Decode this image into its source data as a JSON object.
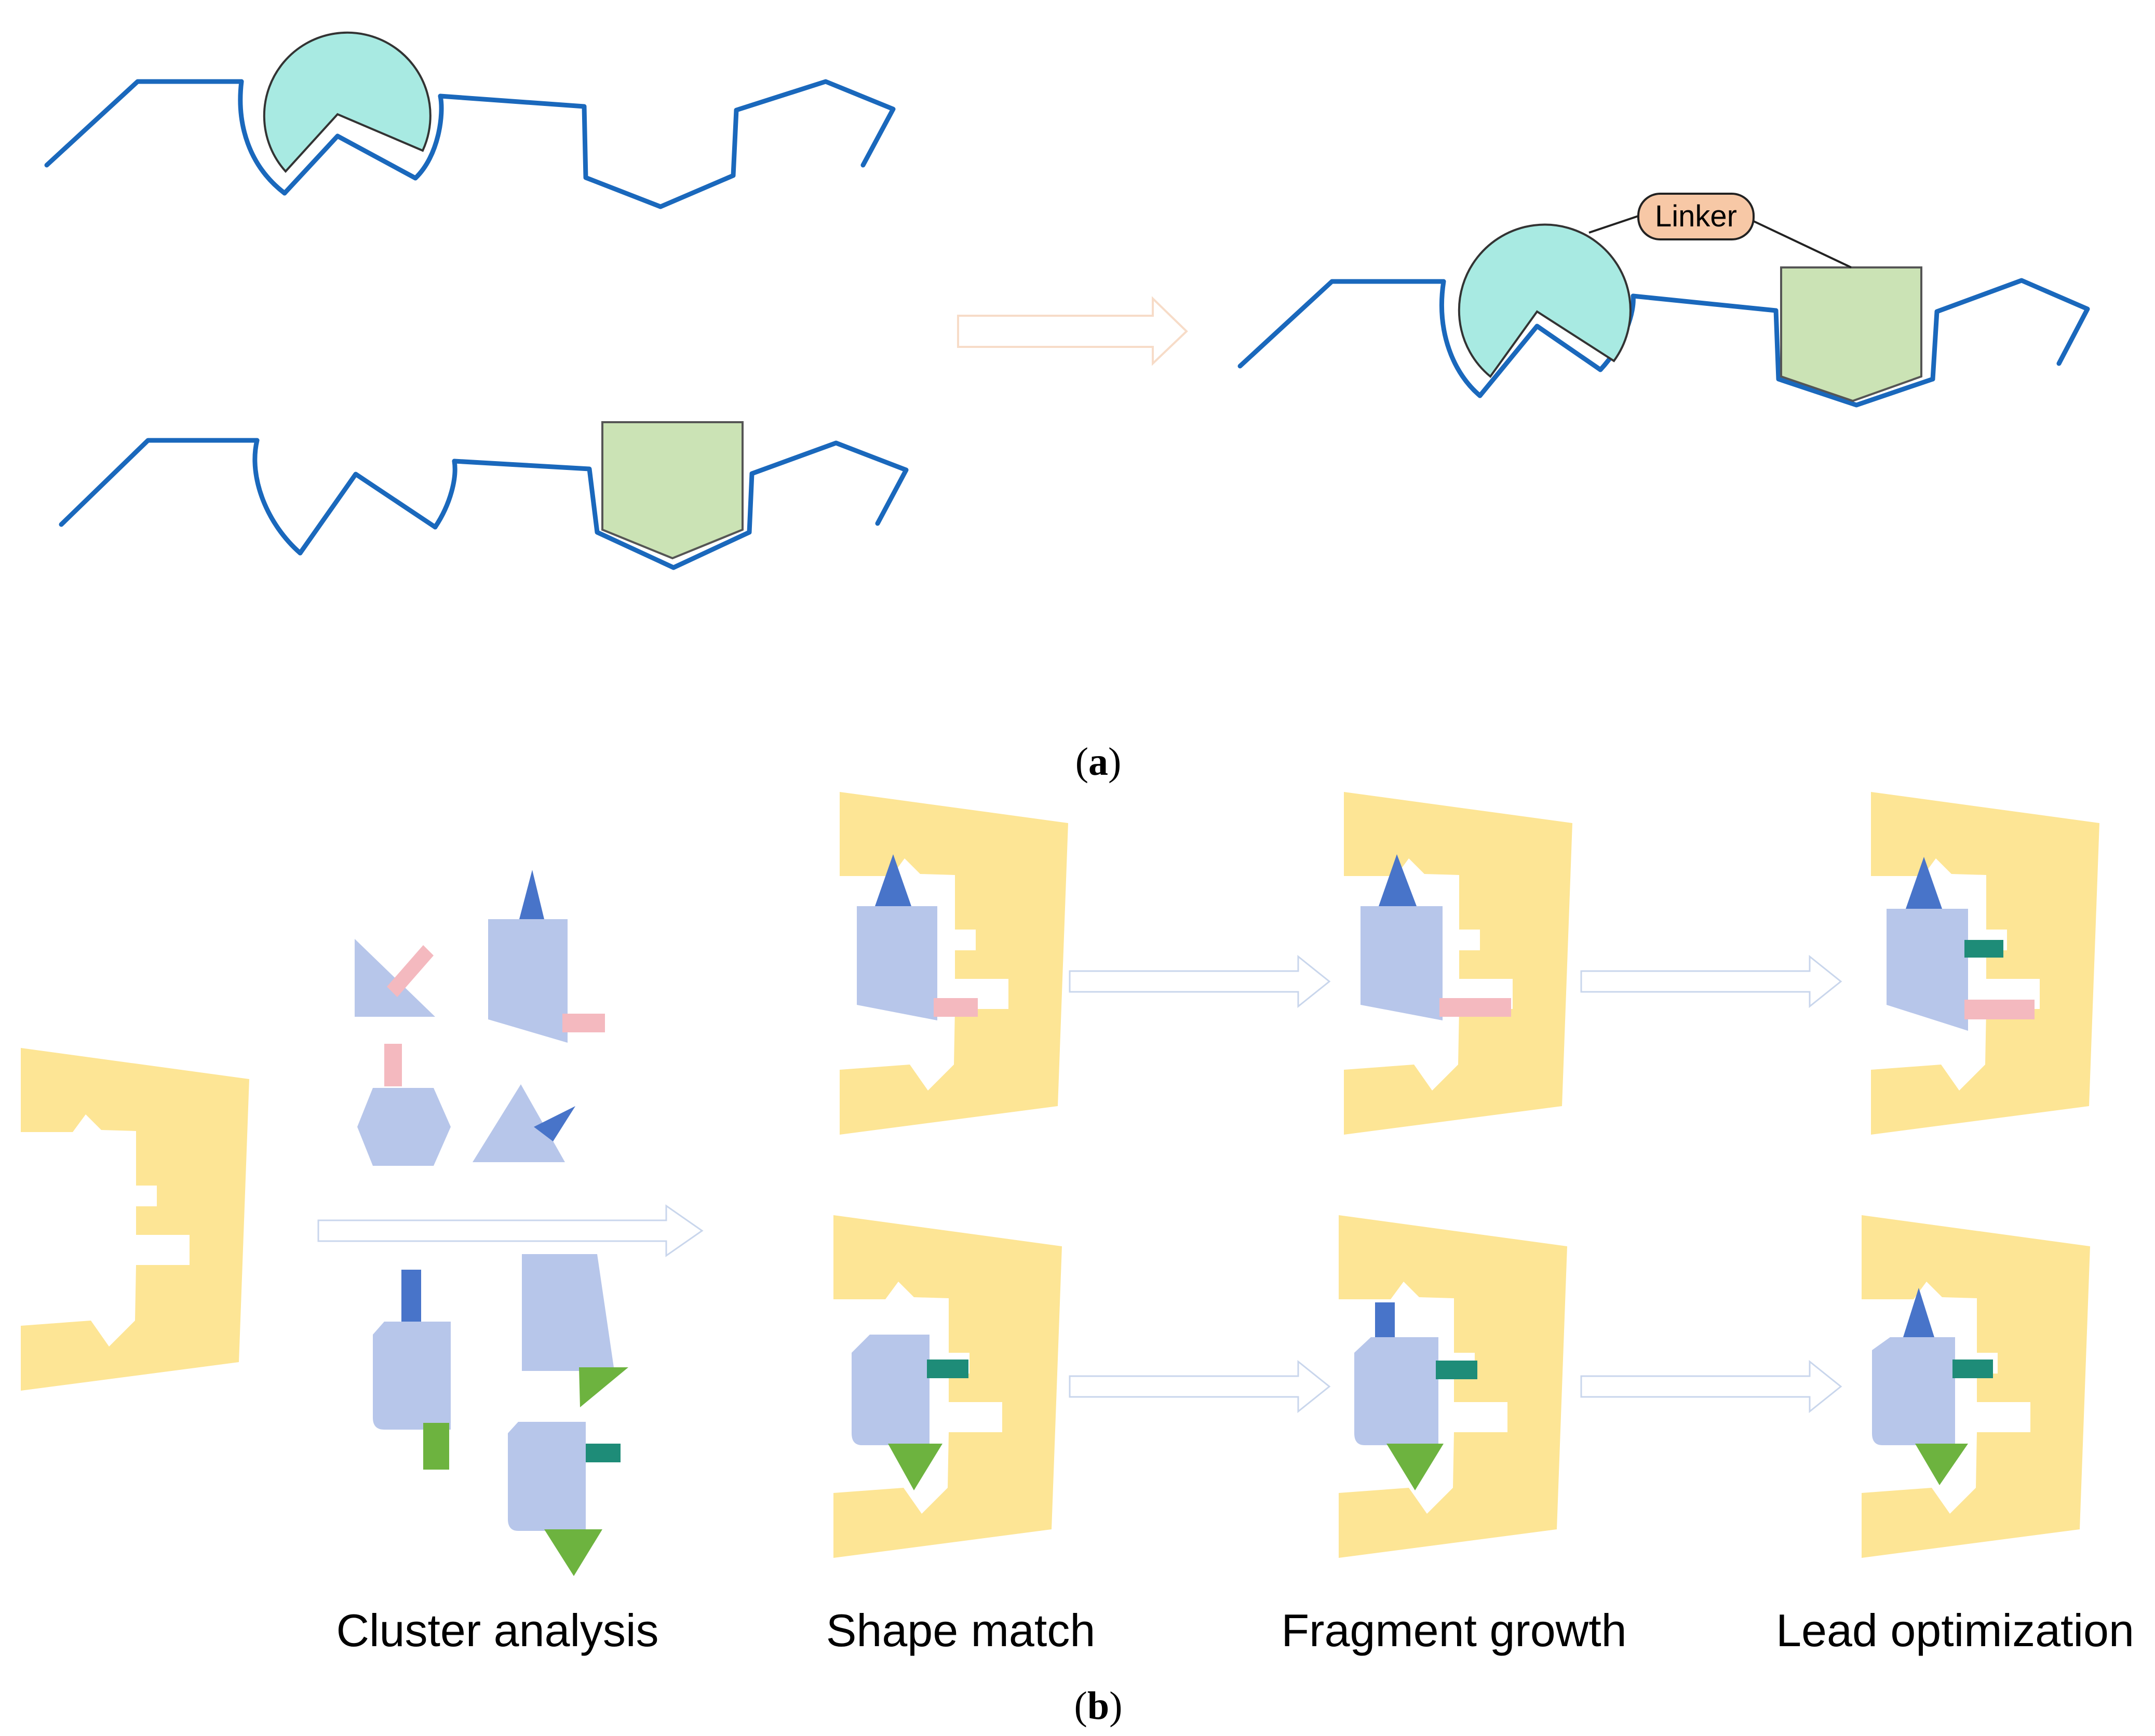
{
  "panel_a": {
    "linker_label": "Linker",
    "caption_letter": "a",
    "colors": {
      "chain": "#1a68bc",
      "fragment_circle": "#a8eae2",
      "fragment_pentagon": "#cbe3b5",
      "linker_fill": "#f7c8a6",
      "arrow_outline": "#f7dcc8"
    }
  },
  "panel_b": {
    "step_labels": {
      "cluster": "Cluster analysis",
      "shape": "Shape match",
      "growth": "Fragment growth",
      "lead": "Lead optimization"
    },
    "caption_letter": "b",
    "colors": {
      "pocket": "#fde595",
      "fragment_body": "#b7c6ea",
      "blue_tip": "#4874c9",
      "pink_bar": "#f4b9bf",
      "teal_bar": "#1e8c78",
      "green_tip": "#6db33f",
      "arrow_outline": "#c9d6ec"
    }
  }
}
